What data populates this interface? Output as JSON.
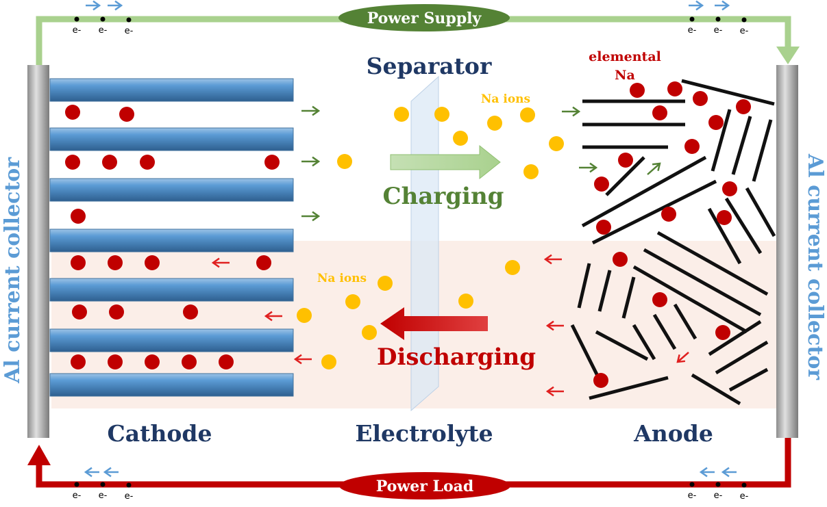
{
  "labels": {
    "power_supply": "Power Supply",
    "power_load": "Power Load",
    "separator": "Separator",
    "charging": "Charging",
    "discharging": "Discharging",
    "na_ions_top": "Na ions",
    "na_ions_bottom": "Na ions",
    "elemental_na_line1": "elemental",
    "elemental_na_line2": "Na",
    "cathode": "Cathode",
    "electrolyte": "Electrolyte",
    "anode": "Anode",
    "left_collector": "Al current collector",
    "right_collector": "Al current collector",
    "electron": "e-"
  },
  "colors": {
    "supply_wire": "#a9d18e",
    "supply_ellipse": "#548235",
    "load_wire": "#c00000",
    "cathode_bar": "#5b9bd5",
    "na_atom": "#c00000",
    "na_ion": "#ffc000",
    "charging": "#548235",
    "discharging": "#c00000",
    "title_blue": "#1f3864",
    "collector_text": "#5b9bd5"
  }
}
